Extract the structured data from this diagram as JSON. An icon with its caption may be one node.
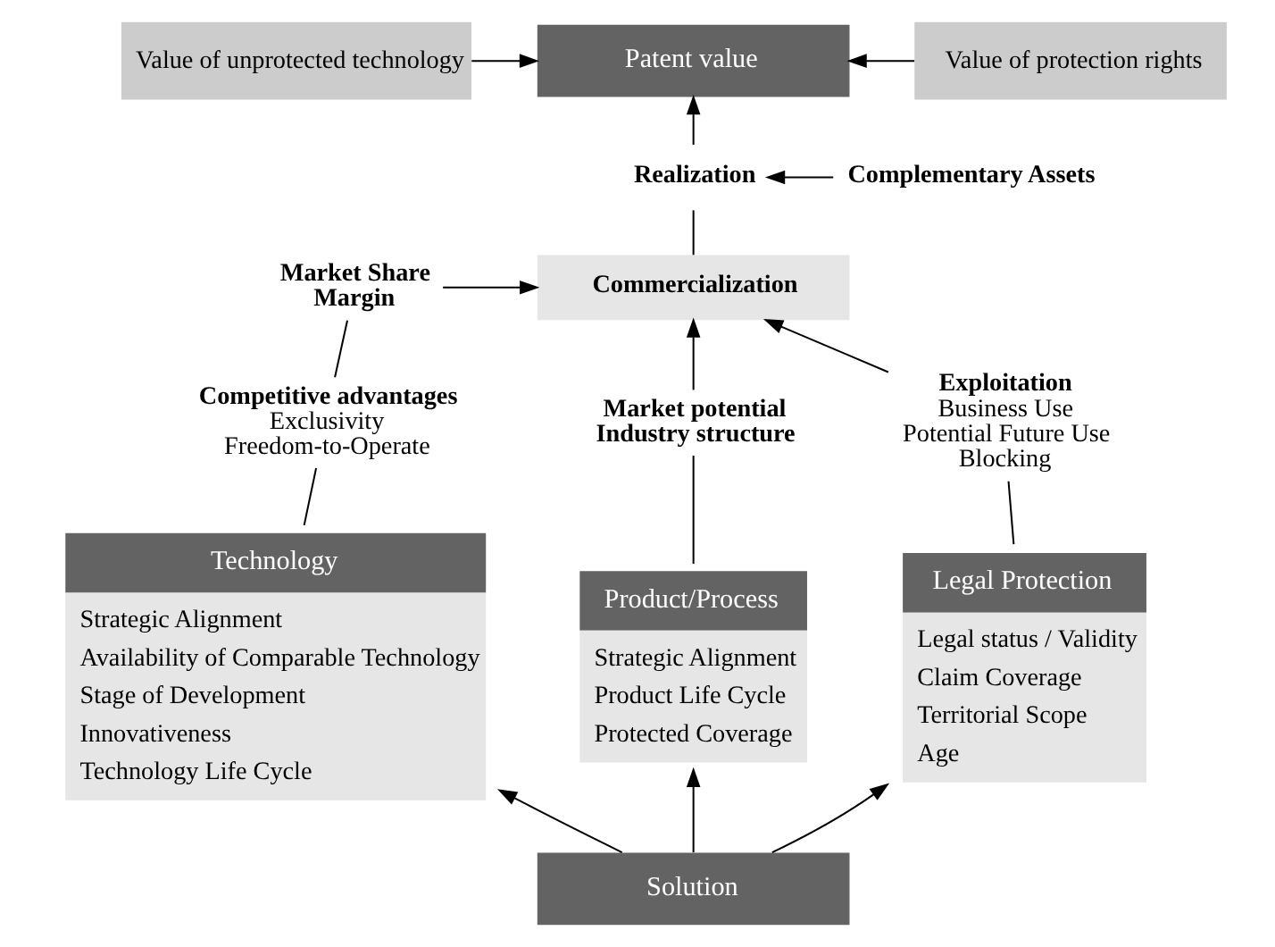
{
  "diagram": {
    "nodes": [
      {
        "text": [
          "Value of unprotected technology"
        ]
      },
      {
        "text": [
          "Patent value"
        ]
      },
      {
        "text": [
          "Value of protection rights"
        ]
      },
      {
        "text": [
          "Realization"
        ]
      },
      {
        "text": [
          "Complementary Assets"
        ]
      },
      {
        "text": [
          "Market Share",
          "Margin"
        ]
      },
      {
        "text": [
          "Commercialization"
        ]
      },
      {
        "text": [
          "Competitive advantages",
          "Exclusivity",
          "Freedom-to-Operate"
        ]
      },
      {
        "text": [
          "Technology",
          "Strategic Alignment",
          "Availability of Comparable Technology",
          "Stage of Development",
          "Innovativeness",
          "Technology Life Cycle"
        ]
      },
      {
        "text": [
          "Market potential",
          "Industry structure"
        ]
      },
      {
        "text": [
          "Product/Process",
          "Strategic Alignment",
          "Product Life Cycle",
          "Protected Coverage"
        ]
      },
      {
        "text": [
          "Exploitation",
          "Business Use",
          "Potential Future Use",
          "Blocking"
        ]
      },
      {
        "text": [
          "Legal Protection",
          "Legal status / Validity",
          "Claim Coverage",
          "Territorial Scope",
          "Age"
        ]
      },
      {
        "text": [
          "Solution"
        ]
      }
    ],
    "edges": [
      {
        "from": 0,
        "to": 1,
        "arrow": "to"
      },
      {
        "from": 2,
        "to": 1,
        "arrow": "to"
      },
      {
        "from": 3,
        "to": 1,
        "arrow": "to"
      },
      {
        "from": 6,
        "to": 3,
        "arrow": "none"
      },
      {
        "from": 4,
        "to": 3,
        "arrow": "to"
      },
      {
        "from": 5,
        "to": 6,
        "arrow": "to"
      },
      {
        "from": 7,
        "to": 5,
        "arrow": "none"
      },
      {
        "from": 8,
        "to": 7,
        "arrow": "none"
      },
      {
        "from": 9,
        "to": 6,
        "arrow": "to"
      },
      {
        "from": 10,
        "to": 9,
        "arrow": "none"
      },
      {
        "from": 11,
        "to": 6,
        "arrow": "to"
      },
      {
        "from": 12,
        "to": 11,
        "arrow": "none"
      },
      {
        "from": 13,
        "to": 8,
        "arrow": "to"
      },
      {
        "from": 13,
        "to": 10,
        "arrow": "to"
      },
      {
        "from": 13,
        "to": 12,
        "arrow": "to"
      }
    ]
  }
}
